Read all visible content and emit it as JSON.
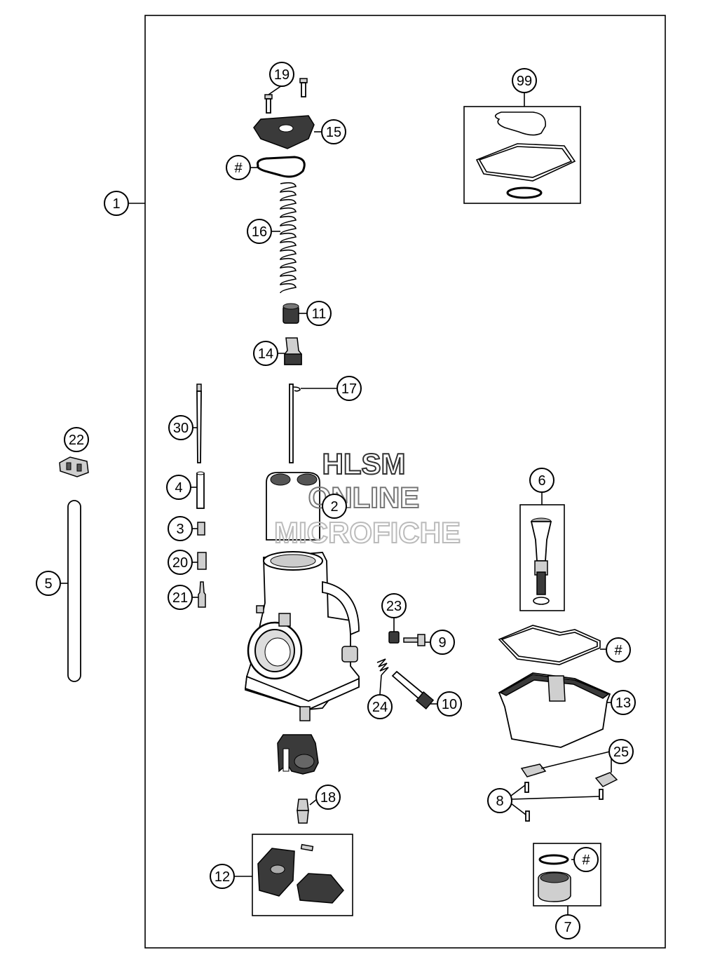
{
  "watermark": {
    "line1": "HLSM",
    "line2": "ONLINE",
    "line3": "MICROFICHE",
    "color_line1": "#333333",
    "color_line2": "#777777",
    "color_line3": "#bbbbbb"
  },
  "callouts": [
    {
      "key": "c1",
      "label": "1"
    },
    {
      "key": "c19",
      "label": "19"
    },
    {
      "key": "c99",
      "label": "99"
    },
    {
      "key": "c15",
      "label": "15"
    },
    {
      "key": "chash1",
      "label": "#"
    },
    {
      "key": "c16",
      "label": "16"
    },
    {
      "key": "c11",
      "label": "11"
    },
    {
      "key": "c14",
      "label": "14"
    },
    {
      "key": "c17",
      "label": "17"
    },
    {
      "key": "c30",
      "label": "30"
    },
    {
      "key": "c22",
      "label": "22"
    },
    {
      "key": "c4",
      "label": "4"
    },
    {
      "key": "c2",
      "label": "2"
    },
    {
      "key": "c6",
      "label": "6"
    },
    {
      "key": "c3",
      "label": "3"
    },
    {
      "key": "c20",
      "label": "20"
    },
    {
      "key": "c5",
      "label": "5"
    },
    {
      "key": "c21",
      "label": "21"
    },
    {
      "key": "c23",
      "label": "23"
    },
    {
      "key": "c9",
      "label": "9"
    },
    {
      "key": "chash2",
      "label": "#"
    },
    {
      "key": "c10",
      "label": "10"
    },
    {
      "key": "c24",
      "label": "24"
    },
    {
      "key": "c13",
      "label": "13"
    },
    {
      "key": "c25",
      "label": "25"
    },
    {
      "key": "c8",
      "label": "8"
    },
    {
      "key": "c18",
      "label": "18"
    },
    {
      "key": "chash3",
      "label": "#"
    },
    {
      "key": "c12",
      "label": "12"
    },
    {
      "key": "c7",
      "label": "7"
    }
  ]
}
